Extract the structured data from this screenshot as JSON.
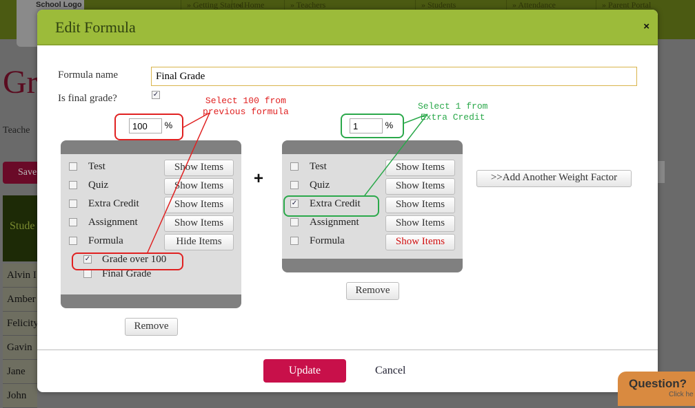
{
  "background": {
    "logo_text": "School Logo",
    "nav_tabs": [
      "» Getting Started",
      "» Home",
      "» Teachers",
      "» Students",
      "» Attendance",
      "» Parent Portal"
    ],
    "title": "Gr",
    "teacher_label": "Teache",
    "save": "Save",
    "table_header": "Stude",
    "rows": [
      "Alvin I",
      "Amber",
      "Felicity",
      "Gavin",
      "Jane",
      "John"
    ]
  },
  "modal": {
    "title": "Edit Formula",
    "close": "×",
    "formula_name_label": "Formula name",
    "formula_name_value": "Final Grade",
    "is_final_label": "Is final grade?",
    "is_final_checked": true,
    "factors": [
      {
        "percent": "100",
        "percent_sign": "%",
        "items": [
          {
            "label": "Test",
            "checked": false,
            "button": "Show Items"
          },
          {
            "label": "Quiz",
            "checked": false,
            "button": "Show Items"
          },
          {
            "label": "Extra Credit",
            "checked": false,
            "button": "Show Items"
          },
          {
            "label": "Assignment",
            "checked": false,
            "button": "Show Items"
          },
          {
            "label": "Formula",
            "checked": false,
            "button": "Hide Items"
          }
        ],
        "sub_items": [
          {
            "label": "Grade over 100",
            "checked": true
          },
          {
            "label": "Final Grade",
            "checked": false
          }
        ],
        "remove": "Remove"
      },
      {
        "percent": "1",
        "percent_sign": "%",
        "items": [
          {
            "label": "Test",
            "checked": false,
            "button": "Show Items"
          },
          {
            "label": "Quiz",
            "checked": false,
            "button": "Show Items"
          },
          {
            "label": "Extra Credit",
            "checked": true,
            "button": "Show Items"
          },
          {
            "label": "Assignment",
            "checked": false,
            "button": "Show Items"
          },
          {
            "label": "Formula",
            "checked": false,
            "button": "Show Items"
          }
        ],
        "remove": "Remove"
      }
    ],
    "plus": "+",
    "add_factor": ">>Add Another Weight Factor",
    "update": "Update",
    "cancel": "Cancel"
  },
  "annotations": {
    "red_note": "Select 100 from\nprevious formula",
    "green_note": "Select 1 from\nExtra Credit",
    "red_color": "#e02020",
    "green_color": "#2aa84a"
  },
  "question": {
    "title": "Question?",
    "sub": "Click he"
  }
}
